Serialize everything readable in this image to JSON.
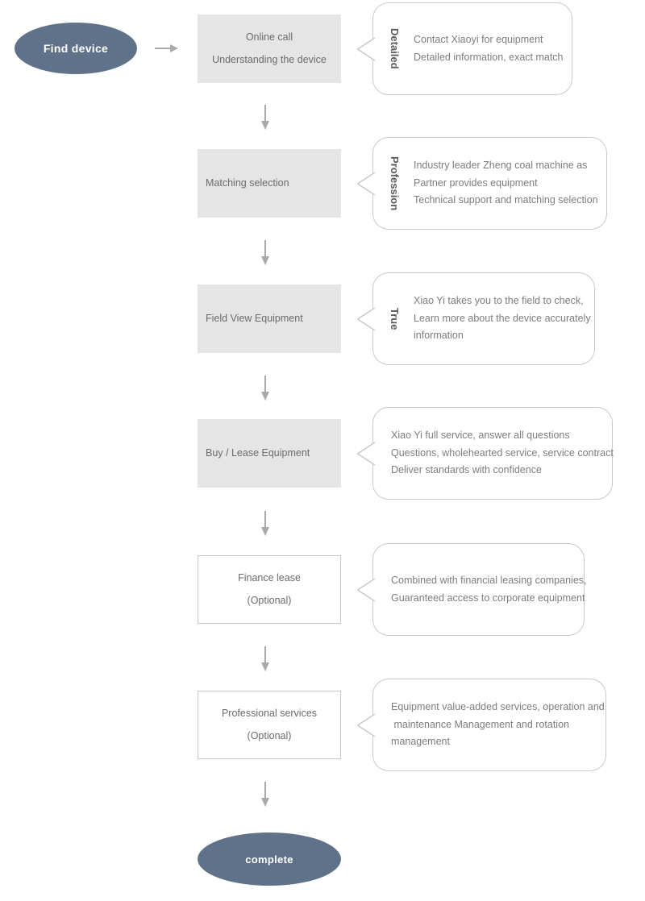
{
  "start": {
    "label": "Find device"
  },
  "end": {
    "label": "complete"
  },
  "steps": [
    {
      "box": {
        "lines": [
          "Online call",
          "Understanding the device"
        ]
      },
      "tag": "Detailed",
      "bubble": {
        "lines": [
          "Contact Xiaoyi for equipment",
          "Detailed information, exact match"
        ]
      }
    },
    {
      "box": {
        "lines": [
          "Matching selection"
        ]
      },
      "tag": "Profession",
      "bubble": {
        "lines": [
          "Industry leader Zheng coal machine as",
          "Partner provides equipment",
          "Technical support and matching selection"
        ]
      }
    },
    {
      "box": {
        "lines": [
          "Field View Equipment"
        ]
      },
      "tag": "True",
      "bubble": {
        "lines": [
          "Xiao Yi takes you to the field to check,",
          "Learn more about the device accurately",
          "information"
        ]
      }
    },
    {
      "box": {
        "lines": [
          "Buy / Lease Equipment"
        ]
      },
      "tag": "",
      "bubble": {
        "lines": [
          "Xiao Yi full service, answer all questions",
          "Questions, wholehearted service, service contract",
          "Deliver standards with confidence"
        ]
      }
    },
    {
      "box": {
        "lines": [
          "Finance lease",
          "(Optional)"
        ]
      },
      "tag": "",
      "bubble": {
        "lines": [
          "Combined with financial leasing companies,",
          "Guaranteed access to corporate equipment"
        ]
      }
    },
    {
      "box": {
        "lines": [
          "Professional services",
          "(Optional)"
        ]
      },
      "tag": "",
      "bubble": {
        "lines": [
          "Equipment value-added services, operation and",
          " maintenance Management and rotation",
          "management"
        ]
      }
    }
  ],
  "colors": {
    "node_fill": "#607289",
    "node_text": "#ffffff",
    "box_fill": "#e5e5e5",
    "box_text": "#6b6b6b",
    "box_outline": "#c9c9c9",
    "bubble_border": "#c9c9c9",
    "bubble_text": "#7d7d7d",
    "tag_text": "#5a5a5a",
    "arrow": "#a9a9a9"
  }
}
